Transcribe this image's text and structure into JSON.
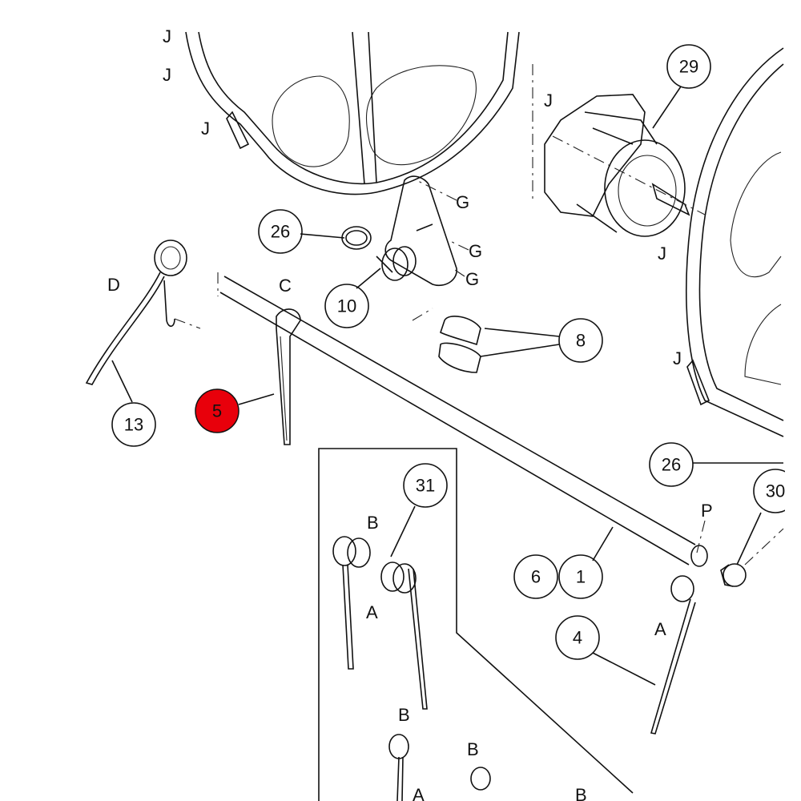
{
  "callouts": [
    {
      "id": "c29",
      "text": "29"
    },
    {
      "id": "c26a",
      "text": "26"
    },
    {
      "id": "c10",
      "text": "10"
    },
    {
      "id": "c8",
      "text": "8"
    },
    {
      "id": "c13",
      "text": "13"
    },
    {
      "id": "c5",
      "text": "5",
      "highlighted": true
    },
    {
      "id": "c26b",
      "text": "26"
    },
    {
      "id": "c31",
      "text": "31"
    },
    {
      "id": "c30",
      "text": "30"
    },
    {
      "id": "c6",
      "text": "6"
    },
    {
      "id": "c1",
      "text": "1"
    },
    {
      "id": "c4",
      "text": "4"
    }
  ],
  "letters": [
    "J",
    "J",
    "J",
    "J",
    "J",
    "J",
    "G",
    "G",
    "G",
    "C",
    "D",
    "P",
    "B",
    "A",
    "A",
    "B",
    "B",
    "B",
    "A"
  ],
  "colors": {
    "highlight": "#e8000b",
    "line": "#111111"
  }
}
